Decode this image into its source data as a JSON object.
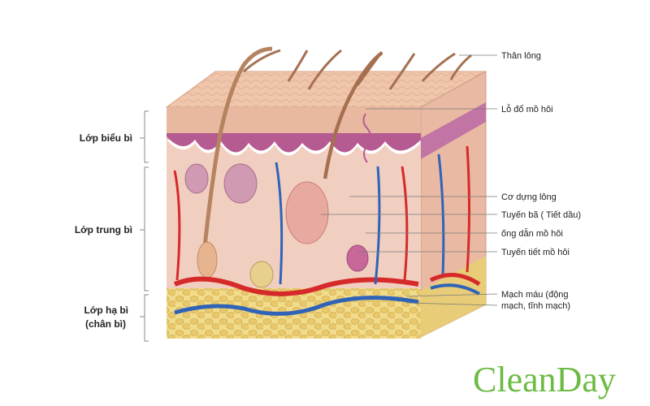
{
  "layers": {
    "epidermis": "Lớp biểu bì",
    "dermis": "Lớp trung bì",
    "hypodermis_line1": "Lớp hạ bì",
    "hypodermis_line2": "(chân bì)"
  },
  "labels": {
    "hair_shaft": "Thân lông",
    "sweat_pore": "Lỗ đổ mồ hôi",
    "arrector_pili": "Cơ dựng lông",
    "sebaceous_gland": "Tuyến bã ( Tiết dầu)",
    "sweat_duct": "ống dẫn mồ hôi",
    "sweat_gland": "Tuyến tiết mồ hôi",
    "blood_vessels_line1": "Mạch máu (động",
    "blood_vessels_line2": "mạch, tĩnh mạch)"
  },
  "logo": {
    "text": "CleanDay"
  },
  "colors": {
    "epidermis_top": "#eec4a8",
    "epidermis_basal": "#b65a92",
    "dermis": "#f1cfc0",
    "fat": "#ecd27a",
    "artery": "#d62a2a",
    "vein": "#2f63b8",
    "hair": "#9a6a48",
    "logo_green": "#6dbb44"
  }
}
